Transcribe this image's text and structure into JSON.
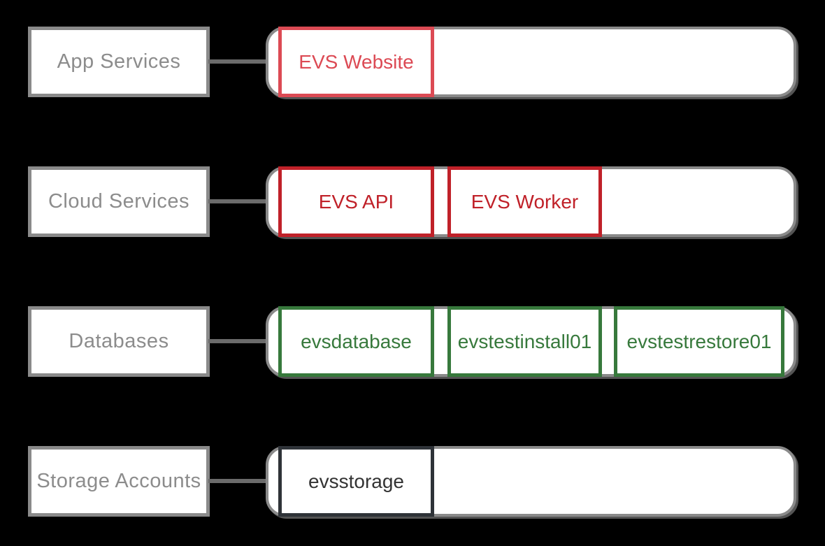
{
  "diagram": {
    "background": "#000000",
    "colors": {
      "label_border": "#8a8a8a",
      "label_text": "#8c8c8c",
      "connector": "#6b6b6b",
      "container_border": "#8a8a8a",
      "container_shadow": "#545454",
      "node_red_light": "#dc4a54",
      "node_red_dark": "#c02129",
      "node_green": "#37793c",
      "node_dark": "#2f3338"
    },
    "rows": [
      {
        "label": "App Services",
        "items": [
          {
            "text": "EVS Website",
            "color": "#dc4a54"
          }
        ]
      },
      {
        "label": "Cloud Services",
        "items": [
          {
            "text": "EVS API",
            "color": "#c02129"
          },
          {
            "text": "EVS Worker",
            "color": "#c02129"
          }
        ]
      },
      {
        "label": "Databases",
        "items": [
          {
            "text": "evsdatabase",
            "color": "#37793c"
          },
          {
            "text": "evstestinstall01",
            "color": "#37793c"
          },
          {
            "text": "evstestrestore01",
            "color": "#37793c"
          }
        ]
      },
      {
        "label": "Storage Accounts",
        "items": [
          {
            "text": "evsstorage",
            "color": "#2f3338"
          }
        ]
      }
    ]
  }
}
